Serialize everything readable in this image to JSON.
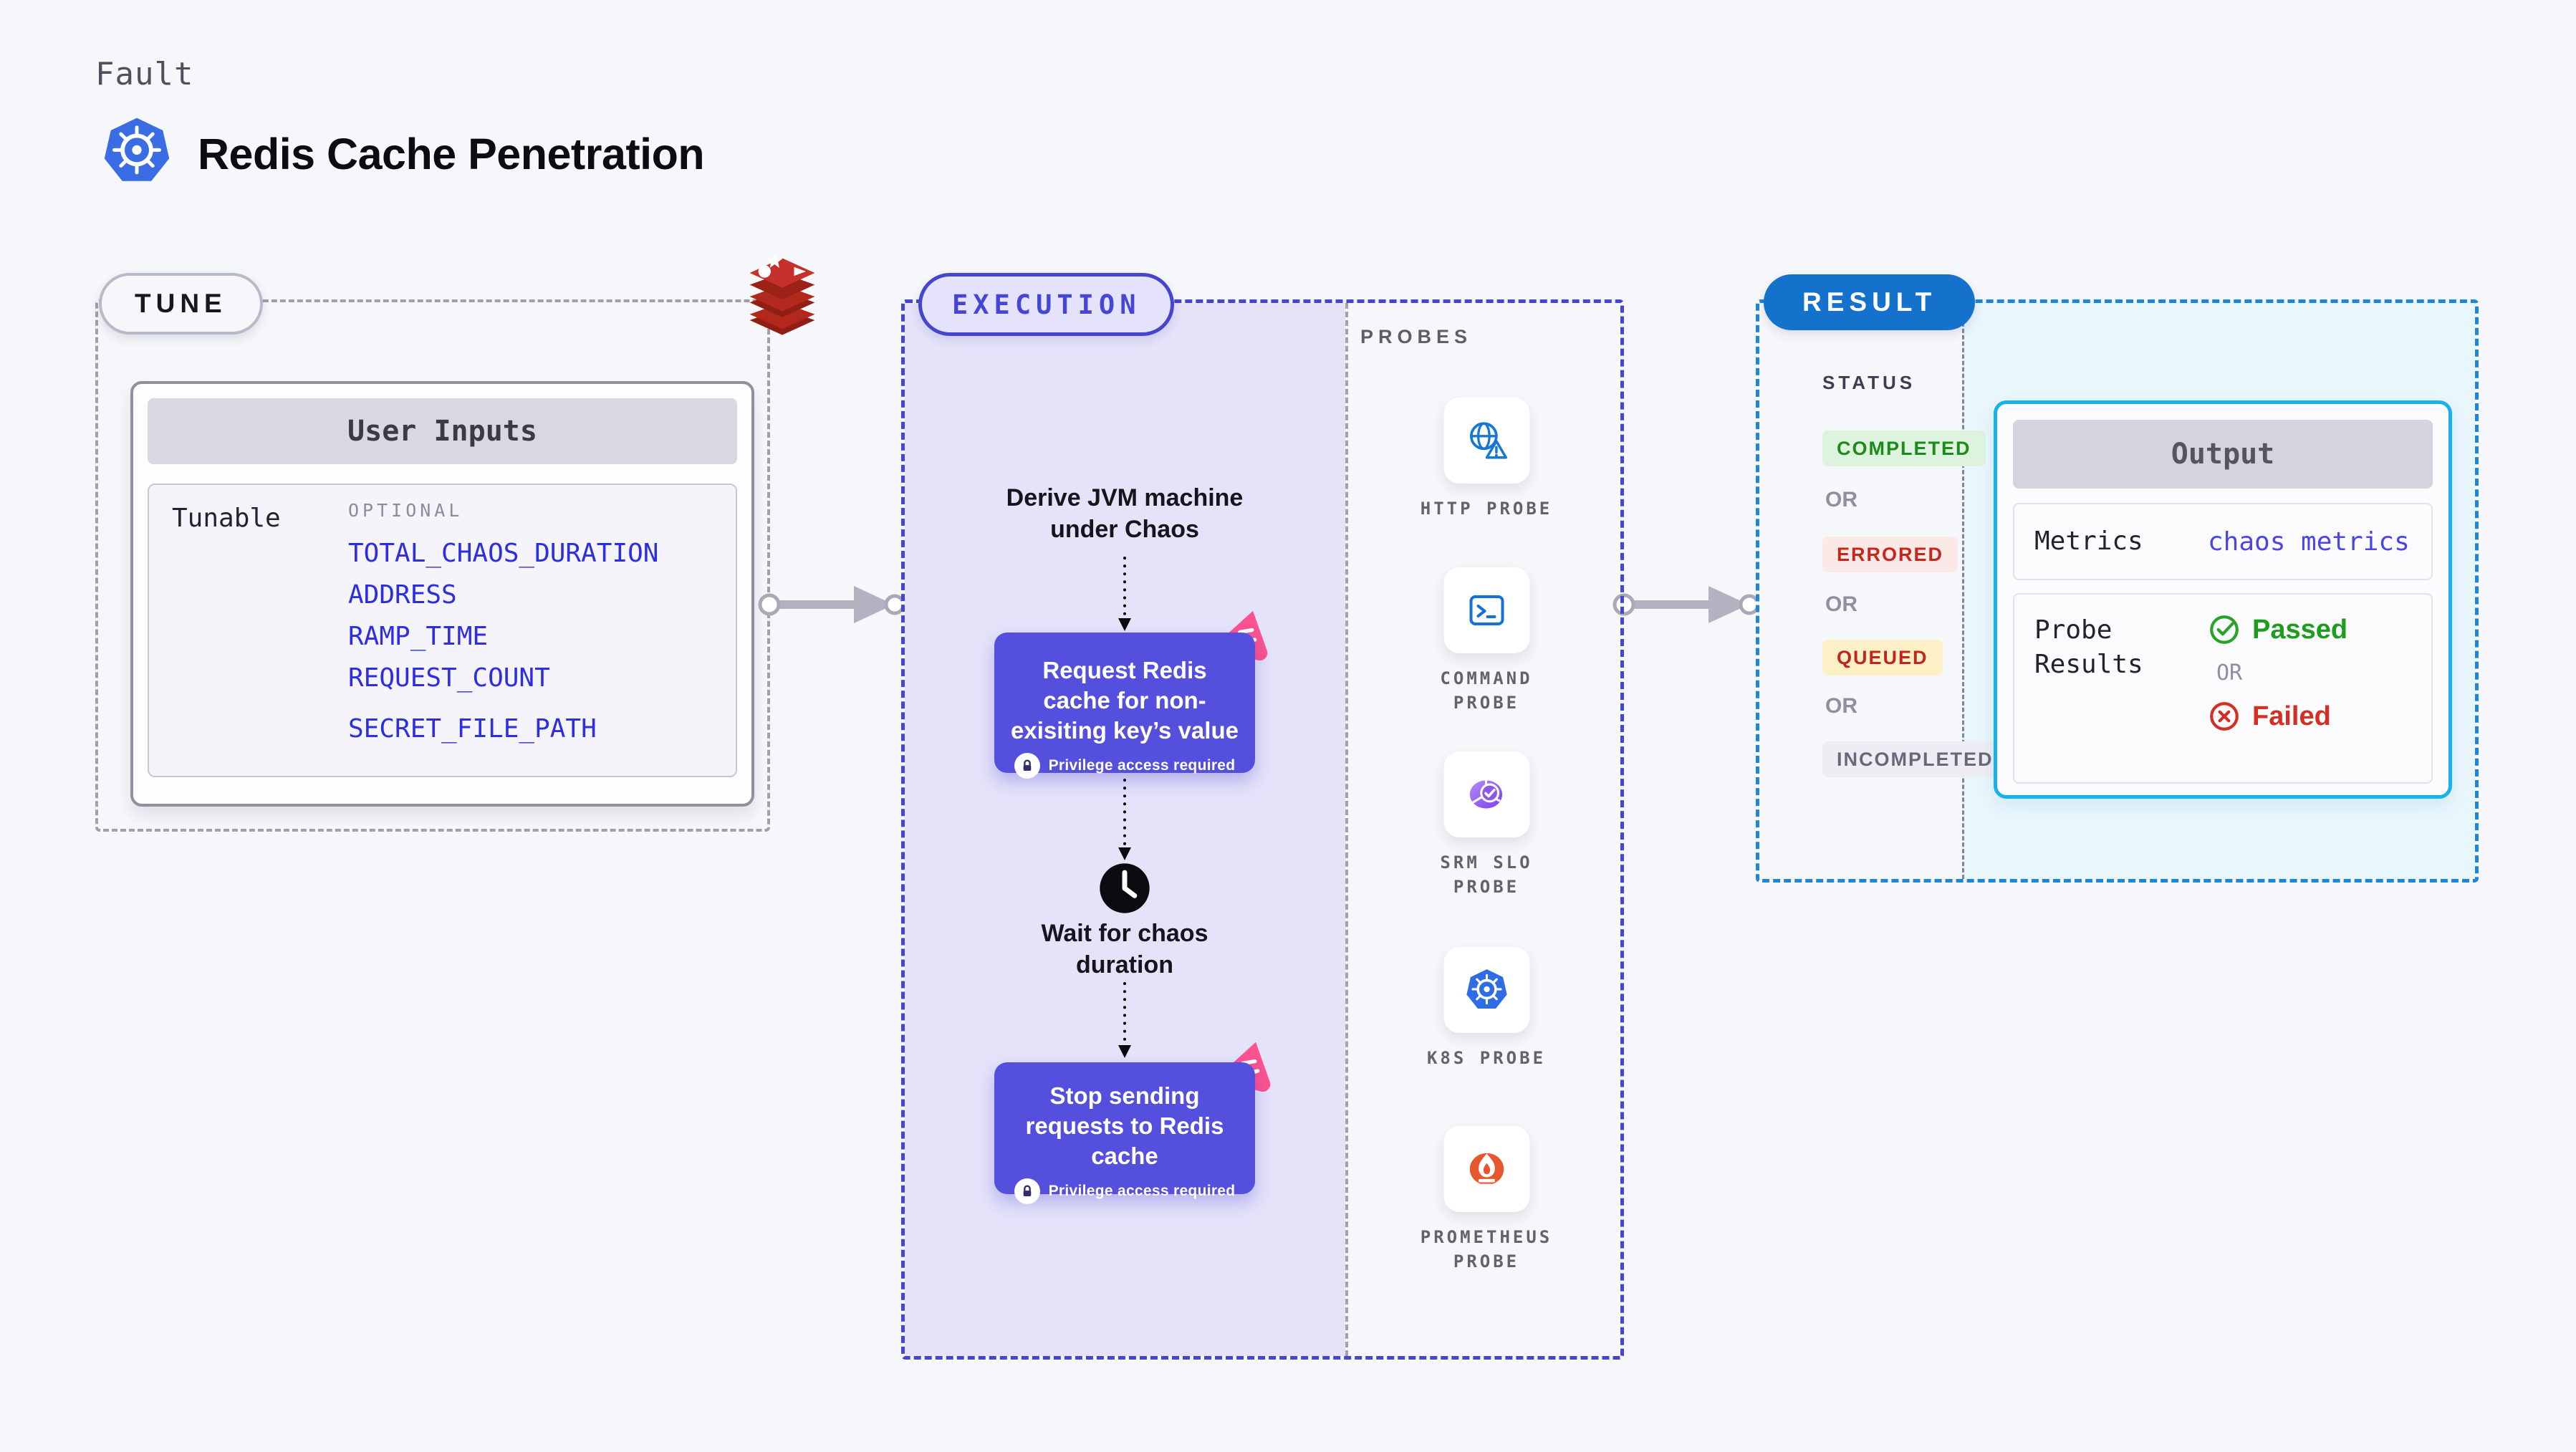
{
  "header": {
    "kicker": "Fault",
    "title": "Redis Cache Penetration",
    "title_icon": "kubernetes-icon"
  },
  "tune": {
    "badge": "TUNE",
    "integration_icon": "redis-icon",
    "user_inputs": {
      "title": "User Inputs",
      "row_label": "Tunable",
      "column_label": "OPTIONAL",
      "inputs": [
        "TOTAL_CHAOS_DURATION",
        "ADDRESS",
        "RAMP_TIME",
        "REQUEST_COUNT",
        "SECRET_FILE_PATH"
      ]
    }
  },
  "execution": {
    "badge": "EXECUTION",
    "privilege_note": "Privilege access required",
    "steps": {
      "derive": "Derive JVM machine under Chaos",
      "request": "Request Redis cache for non-exisiting key’s value",
      "wait": "Wait for chaos duration",
      "stop": "Stop sending requests to Redis cache"
    }
  },
  "probes": {
    "label": "PROBES",
    "items": [
      {
        "name": "HTTP PROBE",
        "icon": "globe-alert-icon"
      },
      {
        "name": "COMMAND PROBE",
        "icon": "terminal-icon"
      },
      {
        "name": "SRM SLO PROBE",
        "icon": "slo-donut-check-icon"
      },
      {
        "name": "K8S PROBE",
        "icon": "kubernetes-icon"
      },
      {
        "name": "PROMETHEUS PROBE",
        "icon": "prometheus-icon"
      }
    ]
  },
  "result": {
    "badge": "RESULT",
    "status_label": "STATUS",
    "or_label": "OR",
    "statuses": [
      {
        "label": "COMPLETED",
        "color": "#1c8a1c",
        "bg": "#ddf3dd"
      },
      {
        "label": "ERRORED",
        "color": "#c5271d",
        "bg": "#fbe9e8"
      },
      {
        "label": "QUEUED",
        "color": "#bf271d",
        "bg": "#fdf0c6"
      },
      {
        "label": "INCOMPLETED",
        "color": "#68687a",
        "bg": "#ededf3"
      }
    ],
    "output": {
      "title": "Output",
      "metrics_label": "Metrics",
      "metrics_value": "chaos metrics",
      "probe_results_label": "Probe Results",
      "passed_label": "Passed",
      "failed_label": "Failed"
    }
  },
  "colors": {
    "page_bg": "#f6f7fa",
    "accent_indigo": "#4645cd",
    "accent_blue": "#1472cd",
    "accent_cyan": "#16b2e9",
    "step_purple": "#544fdd",
    "execution_fill": "#e4e3fa",
    "result_fill": "#e9f6fc",
    "link_blue": "#2d2de2",
    "success_green": "#1e9c1e",
    "error_red": "#d32f24",
    "pink_badge": "#fb5390"
  }
}
